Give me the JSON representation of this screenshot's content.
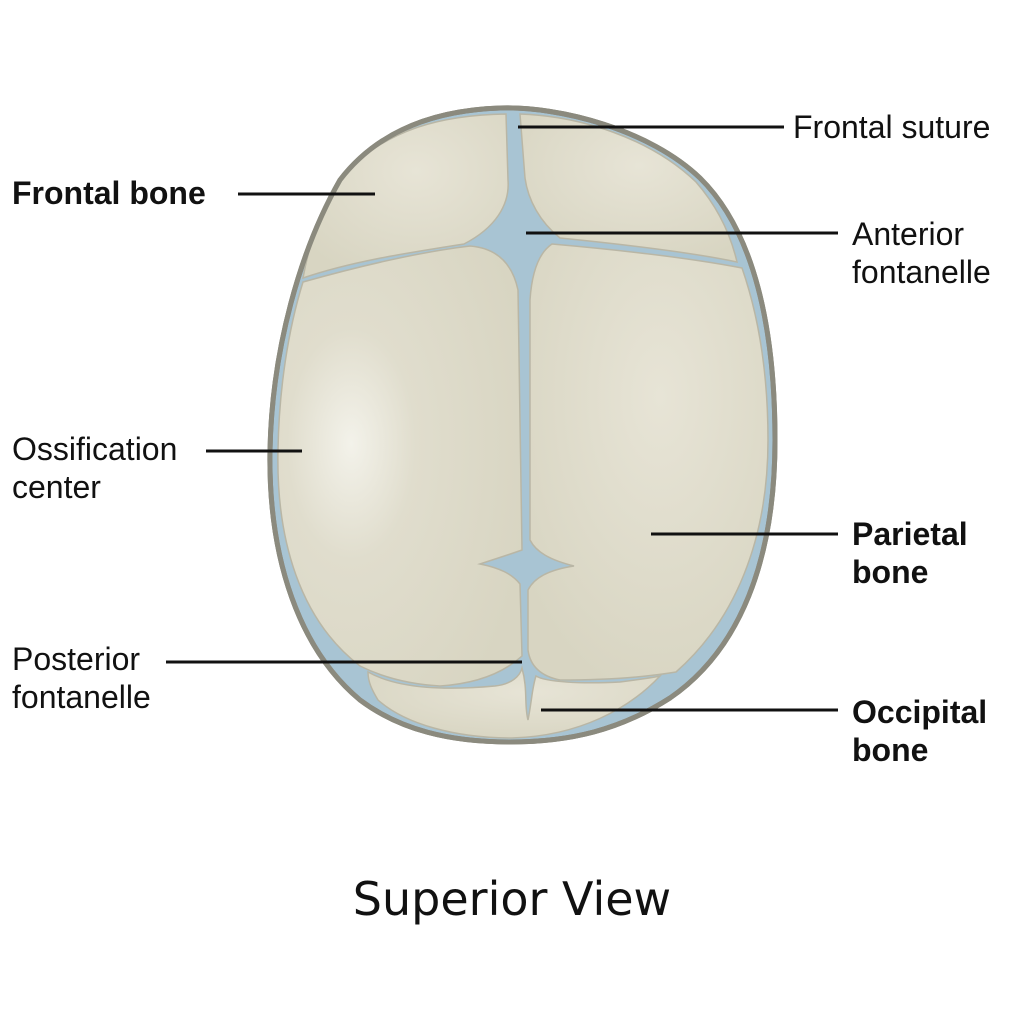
{
  "labels": {
    "frontal_suture": [
      "Frontal suture"
    ],
    "frontal_bone": [
      "Frontal bone"
    ],
    "anterior_fontanelle": [
      "Anterior",
      "fontanelle"
    ],
    "ossification_center": [
      "Ossification",
      "center"
    ],
    "parietal_bone": [
      "Parietal",
      "bone"
    ],
    "posterior_fontanelle": [
      "Posterior",
      "fontanelle"
    ],
    "occipital_bone": [
      "Occipital",
      "bone"
    ]
  },
  "caption": "Superior View",
  "colors": {
    "bone": "#dcd9c7",
    "bone_highlight": "#f3f2ea",
    "outline": "#8b8a7e",
    "suture": "#a8c4d3",
    "leader": "#111111"
  }
}
